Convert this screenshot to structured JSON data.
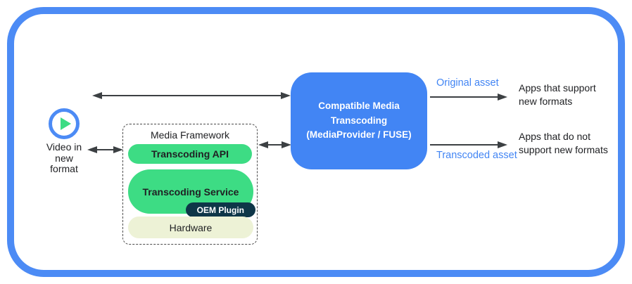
{
  "colors": {
    "frame_blue": "#4C8BF5",
    "box_blue": "#4285F4",
    "android_green": "#3DDC84",
    "oem_navy": "#0E3648",
    "hardware_cream": "#EDF2D6",
    "arrow_gray": "#3C4043",
    "asset_text_blue": "#4285F4"
  },
  "icons": {
    "play-icon": "▶"
  },
  "left": {
    "video_label": "Video in\nnew\nformat"
  },
  "framework": {
    "title": "Media Framework",
    "api_label": "Transcoding API",
    "service_label": "Transcoding Service",
    "oem_label": "OEM Plugin",
    "hardware_label": "Hardware"
  },
  "center": {
    "box_label": "Compatible Media\nTranscoding\n(MediaProvider / FUSE)"
  },
  "right": {
    "original_asset": "Original asset",
    "transcoded_asset": "Transcoded asset",
    "apps_support": "Apps that support\nnew formats",
    "apps_no_support": "Apps that do not\nsupport new formats"
  }
}
